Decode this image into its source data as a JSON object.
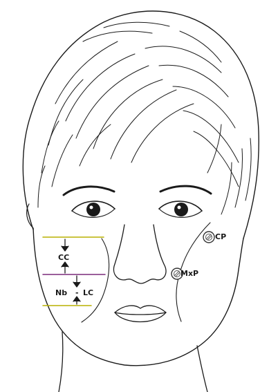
{
  "labels": {
    "cc": "CC",
    "nb": "Nb",
    "dash": "-",
    "lc": "LC",
    "cp": "CP",
    "mxp": "MxP"
  },
  "colors": {
    "line": "#1a1a1a",
    "upper_guide": "#b8b000",
    "middle_guide": "#7a2a7a",
    "lower_guide": "#b8b000",
    "point_ring": "#333333"
  }
}
